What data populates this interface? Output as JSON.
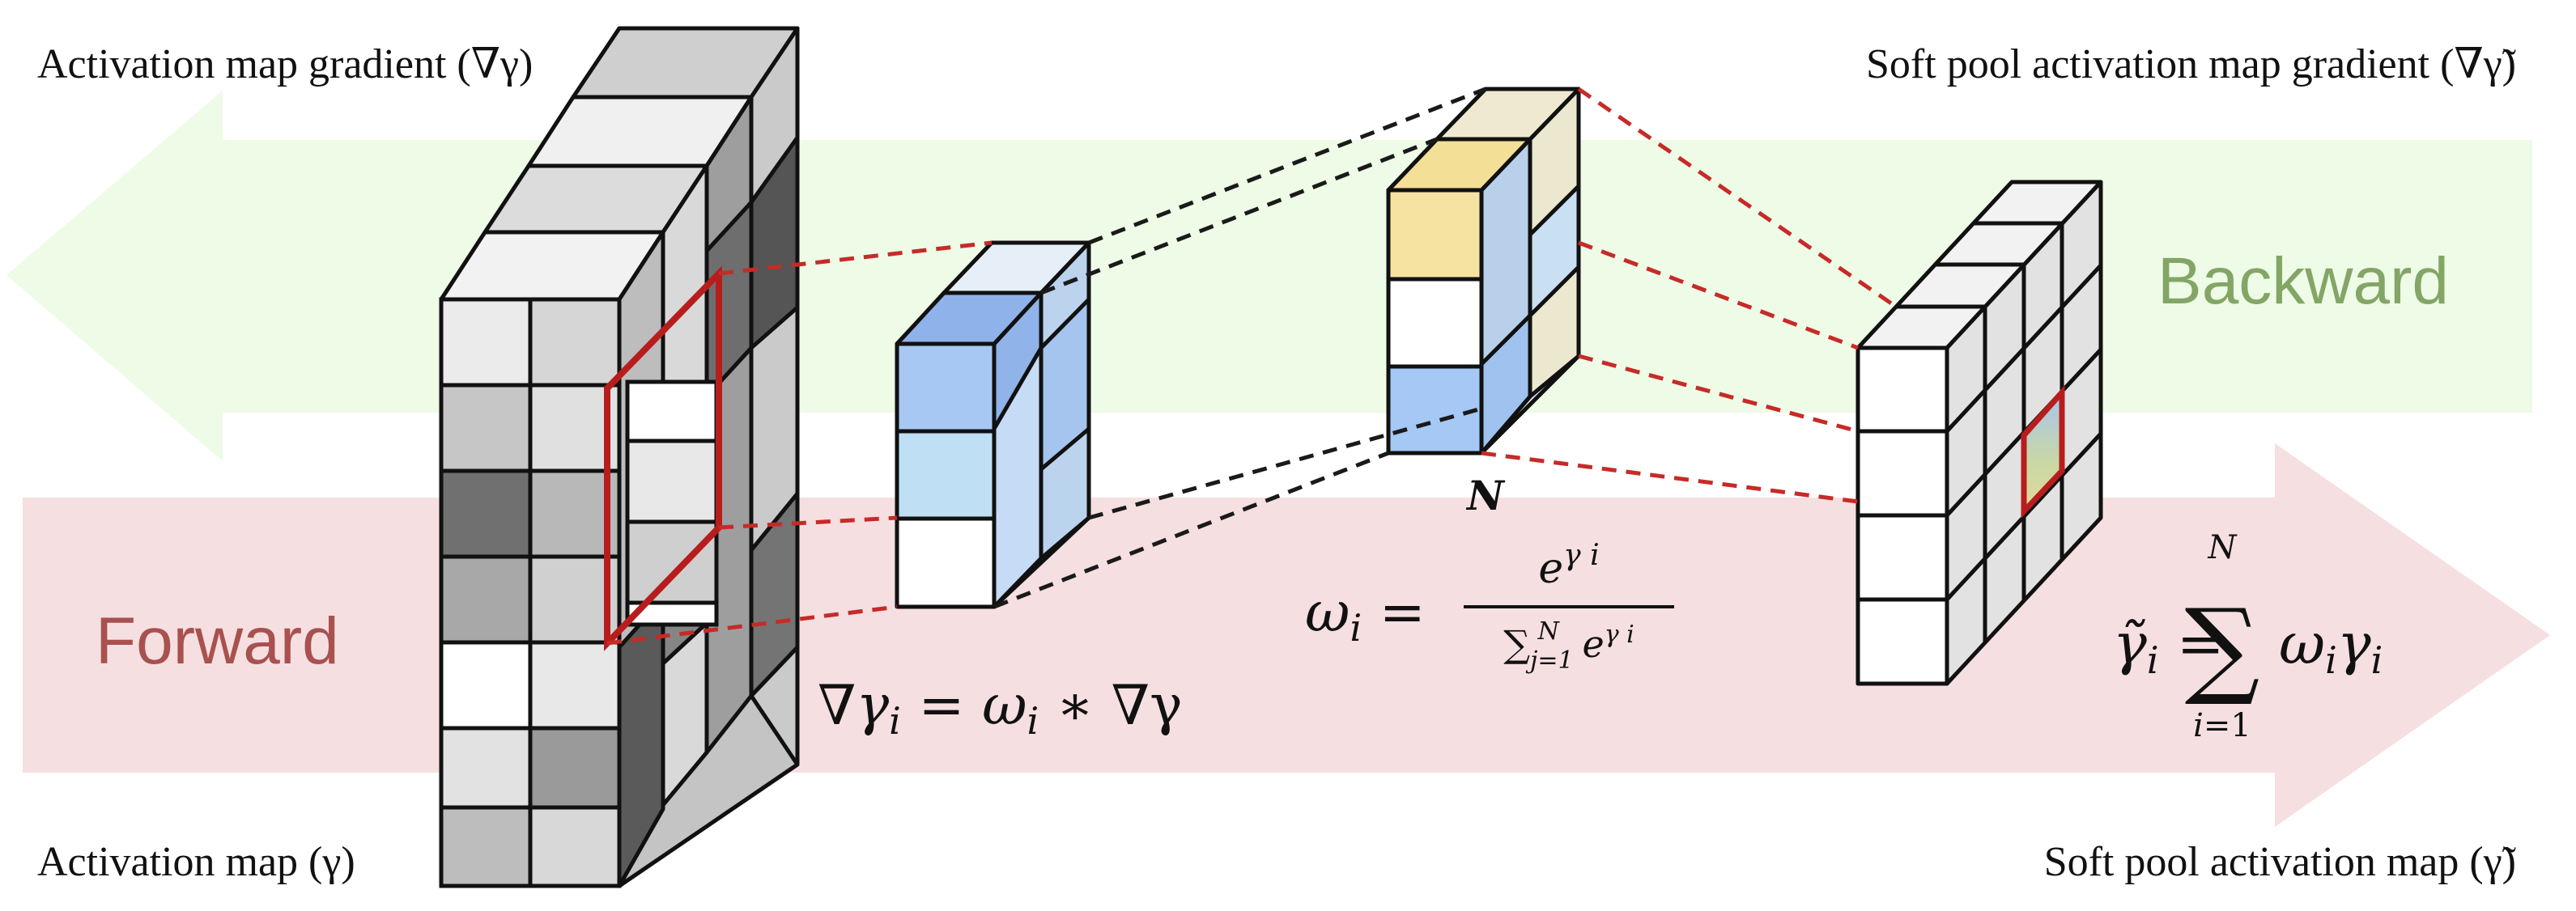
{
  "labels": {
    "top_left": "Activation map gradient (∇γ)",
    "bottom_left": "Activation map (γ)",
    "top_right": "Soft pool activation map gradient (∇γ̃)",
    "bottom_right": "Soft pool activation map (γ̃)",
    "backward": "Backward",
    "forward": "Forward",
    "window_size": "N"
  },
  "equations": {
    "gradient": "∇γ_i = ω_i ∗ ∇γ",
    "weight_lhs": "ω_i =",
    "weight_numerator": "e^{γ i}",
    "weight_denominator": "∑_{j=1}^{N} e^{γ i}",
    "output": "γ̃_i = ∑_{i=1}^{N} ω_i γ_i"
  },
  "colors": {
    "backward_band": "#eefbe6",
    "backward_text": "#83a566",
    "forward_band": "#f6dfe1",
    "forward_text": "#a8514f",
    "connector_red": "#c62b28",
    "connector_black": "#1a1a1a",
    "window_outline": "#b81d1d",
    "yellow_cell": "#f7e3a1",
    "blue_cell": "#a8c8f4",
    "light_blue_cell": "#bfe0f4"
  }
}
